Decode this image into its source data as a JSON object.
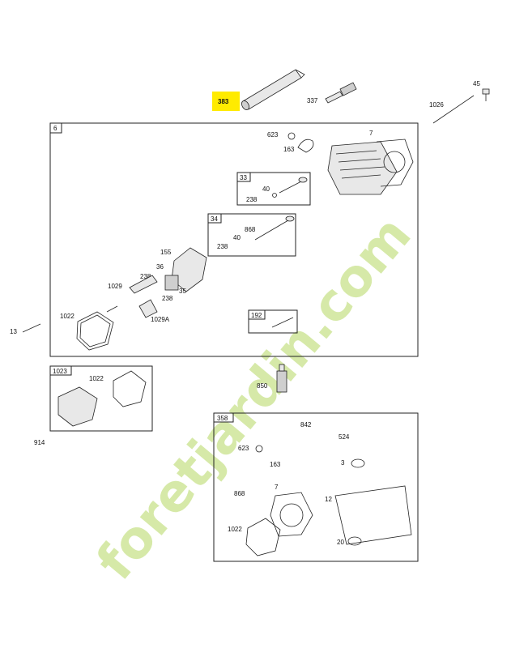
{
  "callouts": {
    "c383": "383",
    "c337": "337",
    "c45": "45",
    "c1026": "1026",
    "c6": "6",
    "c623": "623",
    "c163": "163",
    "c7": "7",
    "c33": "33",
    "c40a": "40",
    "c238a": "238",
    "c34": "34",
    "c868": "868",
    "c40b": "40",
    "c238b": "238",
    "c155": "155",
    "c36": "36",
    "c238c": "238",
    "c1029": "1029",
    "c35": "35",
    "c238d": "238",
    "c1029A": "1029A",
    "c1022": "1022",
    "c13": "13",
    "c192": "192",
    "c1023": "1023",
    "c1022b": "1022",
    "c914": "914",
    "c850": "850",
    "c358": "358",
    "c842": "842",
    "c524": "524",
    "c623b": "623",
    "c163b": "163",
    "c3": "3",
    "c868b": "868",
    "c7b": "7",
    "c12": "12",
    "c1022c": "1022",
    "c20": "20"
  },
  "watermark": {
    "text": "foretjardin.com",
    "color_primary": "#d6e9a8",
    "color_accent": "#f3c27a"
  },
  "highlight_color": "#ffeb00"
}
